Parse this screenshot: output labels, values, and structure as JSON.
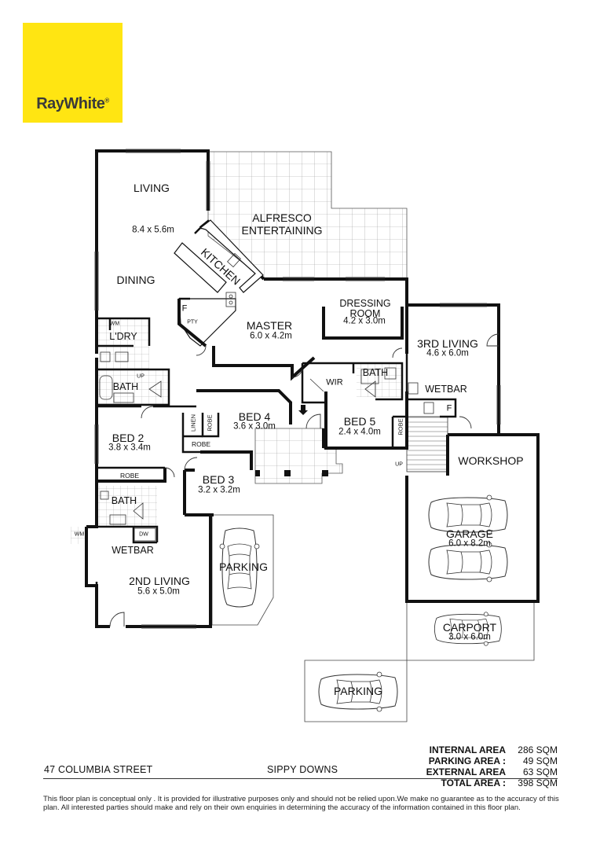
{
  "brand": {
    "name": "RayWhite",
    "trademark": "®",
    "color": "#ffe512"
  },
  "rooms": [
    {
      "id": "living",
      "name": "LIVING",
      "size": ""
    },
    {
      "id": "living-dim",
      "name": "",
      "size": "8.4 x 5.6m"
    },
    {
      "id": "dining",
      "name": "DINING",
      "size": ""
    },
    {
      "id": "kitchen",
      "name": "KITCHEN",
      "size": ""
    },
    {
      "id": "alfresco",
      "name": "ALFRESCO ENTERTAINING",
      "size": ""
    },
    {
      "id": "master",
      "name": "MASTER",
      "size": "6.0 x 4.2m"
    },
    {
      "id": "dressing",
      "name": "DRESSING ROOM",
      "size": "4.2 x 3.0m"
    },
    {
      "id": "third-living",
      "name": "3RD LIVING",
      "size": "4.6 x 6.0m"
    },
    {
      "id": "bed4",
      "name": "BED 4",
      "size": "3.6 x 3.0m"
    },
    {
      "id": "bed5",
      "name": "BED 5",
      "size": "2.4 x 4.0m"
    },
    {
      "id": "bed2",
      "name": "BED 2",
      "size": "3.8 x 3.4m"
    },
    {
      "id": "bed3",
      "name": "BED 3",
      "size": "3.2 x 3.2m"
    },
    {
      "id": "second-living",
      "name": "2ND LIVING",
      "size": "5.6 x 5.0m"
    },
    {
      "id": "garage",
      "name": "GARAGE",
      "size": "6.0 x 8.2m"
    },
    {
      "id": "carport",
      "name": "CARPORT",
      "size": "3.0 x 6.0m"
    }
  ],
  "labels": {
    "ldry": "L'DRY",
    "bath": "BATH",
    "wir": "WIR",
    "wetbar": "WETBAR",
    "workshop": "WORKSHOP",
    "parking": "PARKING",
    "pty": "PTY",
    "f": "F",
    "wm": "WM",
    "dw": "DW",
    "up": "UP",
    "robe": "ROBE",
    "linen": "LINEN"
  },
  "areas": [
    {
      "label": "INTERNAL AREA :",
      "value": "286 SQM"
    },
    {
      "label": "PARKING AREA :",
      "value": "49 SQM"
    },
    {
      "label": "EXTERNAL AREA :",
      "value": "63 SQM"
    },
    {
      "label": "TOTAL AREA :",
      "value": "398 SQM"
    }
  ],
  "address": {
    "street": "47 COLUMBIA STREET",
    "suburb": "SIPPY DOWNS"
  },
  "disclaimer": "This floor plan  is conceptual only . It is provided for illustrative purposes only and should not be relied upon.We make no guarantee as to the accuracy of this plan. All interested parties should make and rely on their own enquiries in determining the accuracy of the information contained in this floor plan."
}
